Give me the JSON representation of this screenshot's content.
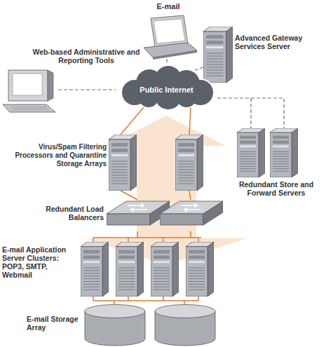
{
  "diagram": {
    "nodes": [
      {
        "text": [
          "E-mail"
        ]
      },
      {
        "text": [
          "Web-based Administrative and Reporting Tools"
        ]
      },
      {
        "text": [
          "Advanced Gateway Services Server"
        ]
      },
      {
        "text": [
          "Public Internet"
        ]
      },
      {
        "text": [
          "Virus/Spam Filtering Processors and Quarantine Storage Arrays"
        ]
      },
      {
        "text": [
          "Redundant Store and Forward Servers"
        ]
      },
      {
        "text": [
          "Redundant Load Balancers"
        ]
      },
      {
        "text": [
          "E-mail Application Server Clusters: POP3, SMTP, Webmail"
        ]
      },
      {
        "text": [
          "E-mail Storage Array"
        ]
      }
    ],
    "edges": [
      {
        "from": 0,
        "to": 3,
        "arrow": "none"
      },
      {
        "from": 1,
        "to": 3,
        "arrow": "none"
      },
      {
        "from": 2,
        "to": 3,
        "arrow": "none"
      },
      {
        "from": 3,
        "to": 5,
        "arrow": "none"
      },
      {
        "from": 3,
        "to": 4,
        "arrow": "none"
      },
      {
        "from": 4,
        "to": 6,
        "arrow": "none"
      },
      {
        "from": 6,
        "to": 7,
        "arrow": "none"
      },
      {
        "from": 7,
        "to": 8,
        "arrow": "none"
      }
    ]
  }
}
